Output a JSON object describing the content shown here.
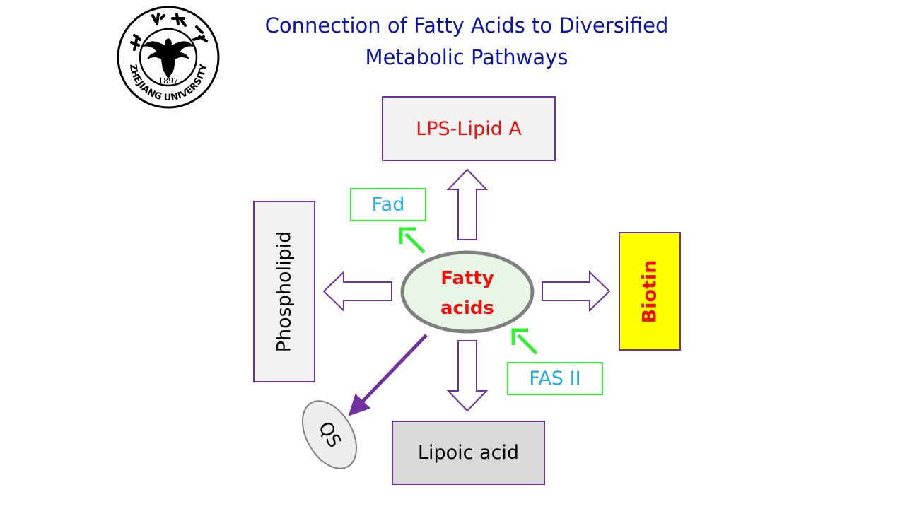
{
  "title": {
    "line1": "Connection of Fatty Acids to Diversified",
    "line2": "Metabolic Pathways"
  },
  "logo": {
    "icon": "zhejiang-university-seal",
    "year": "1897",
    "name": "ZHEJIANG UNIVERSITY"
  },
  "nodes": {
    "center": "Fatty\nacids",
    "top": "LPS-Lipid A",
    "left": "Phospholipid",
    "right": "Biotin",
    "bottom": "Lipoic acid",
    "qs": "QS",
    "fad": "Fad",
    "fas": "FAS II"
  },
  "colors": {
    "title": "#0a14a8",
    "box_border": "#7030a0",
    "red_text": "#ee1111",
    "cyan_text": "#23a8e0",
    "green": "#33ee33",
    "ellipse_fill": "#e8f6e6",
    "ellipse_border": "#7f7f7f",
    "biotin_fill": "#ffff00",
    "lipoic_fill": "#d9d9d9"
  }
}
